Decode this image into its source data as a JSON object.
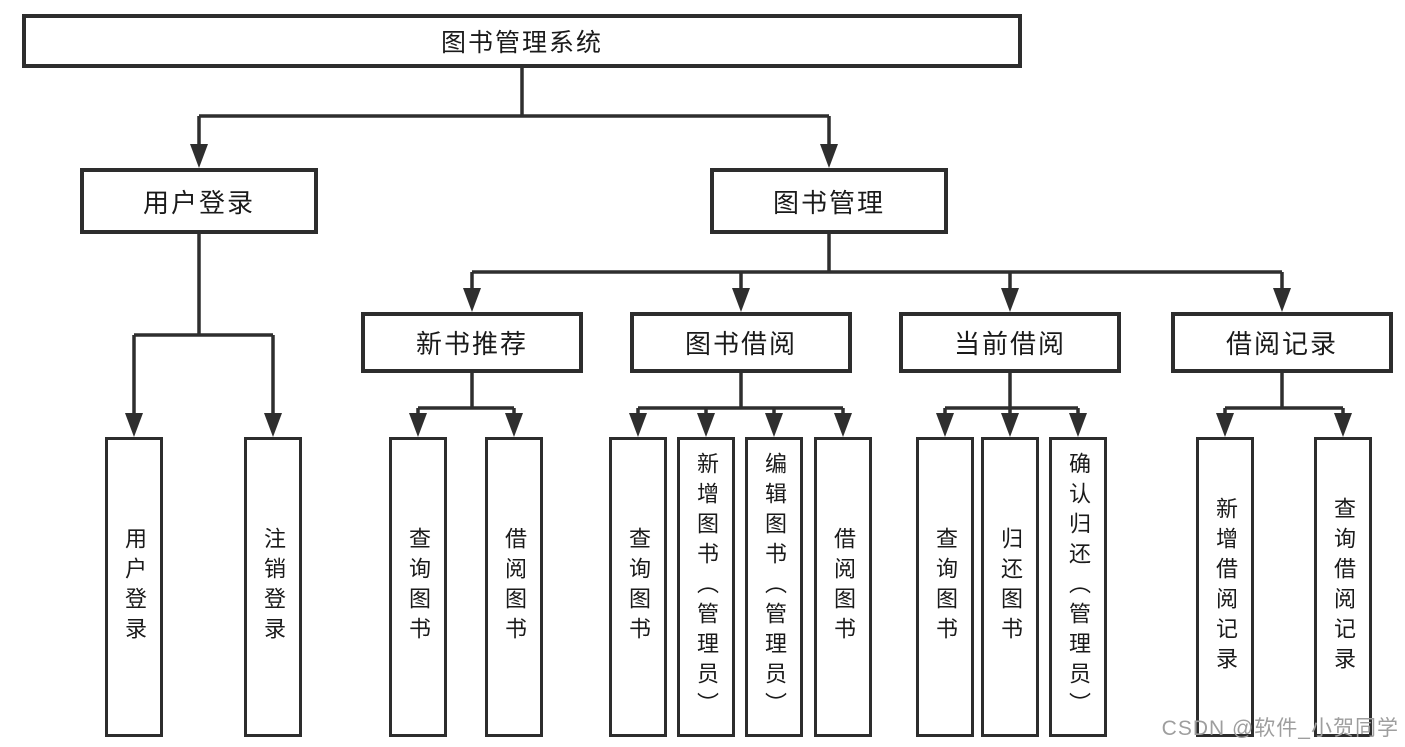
{
  "diagram_type": "functional-structure-tree",
  "hierarchy": {
    "label": "图书管理系统",
    "children": [
      {
        "label": "用户登录",
        "children": [
          {
            "label": "用户登录"
          },
          {
            "label": "注销登录"
          }
        ]
      },
      {
        "label": "图书管理",
        "children": [
          {
            "label": "新书推荐",
            "children": [
              {
                "label": "查询图书"
              },
              {
                "label": "借阅图书"
              }
            ]
          },
          {
            "label": "图书借阅",
            "children": [
              {
                "label": "查询图书"
              },
              {
                "label": "新增图书（管理员）"
              },
              {
                "label": "编辑图书（管理员）"
              },
              {
                "label": "借阅图书"
              }
            ]
          },
          {
            "label": "当前借阅",
            "children": [
              {
                "label": "查询图书"
              },
              {
                "label": "归还图书"
              },
              {
                "label": "确认归还（管理员）"
              }
            ]
          },
          {
            "label": "借阅记录",
            "children": [
              {
                "label": "新增借阅记录"
              },
              {
                "label": "查询借阅记录"
              }
            ]
          }
        ]
      }
    ]
  },
  "watermark": {
    "text": "CSDN @软件_小贺同学"
  },
  "colors": {
    "line": "#2e2e2e",
    "box_border": "#2d2d2d",
    "text": "#1a1a1a",
    "watermark": "#9e9e9e",
    "background": "#ffffff"
  }
}
